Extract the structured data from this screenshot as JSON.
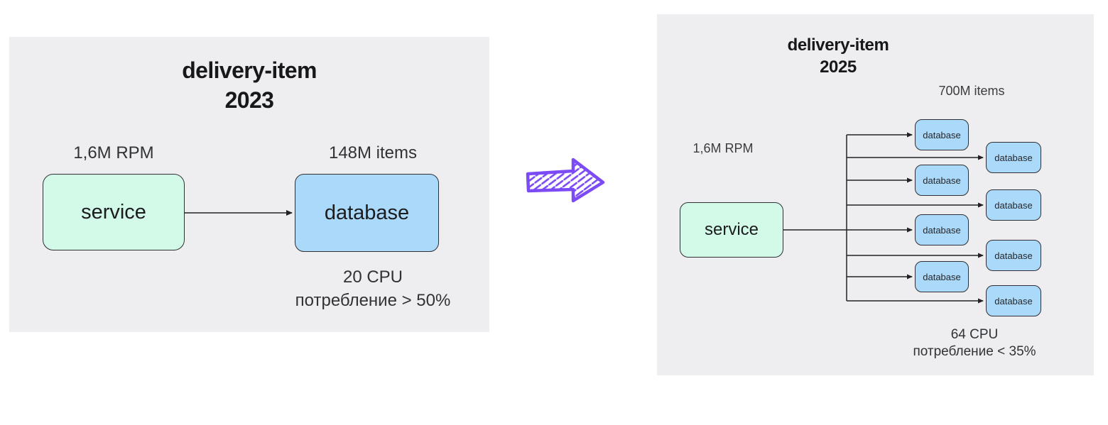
{
  "colors": {
    "panel_bg": "#eeeef0",
    "service_fill": "#d3fae9",
    "database_fill": "#abd9fa",
    "box_border": "#2e3033",
    "connector": "#222222",
    "transform_arrow": "#7c4bf5"
  },
  "left_panel": {
    "title_line1": "delivery-item",
    "title_line2": "2023",
    "rpm_metric": "1,6M RPM",
    "items_metric": "148M items",
    "service_label": "service",
    "database_label": "database",
    "footnote_line1": "20 CPU",
    "footnote_line2": "потребление > 50%"
  },
  "transform_arrow": {
    "icon": "hand-drawn-right-arrow"
  },
  "right_panel": {
    "title_line1": "delivery-item",
    "title_line2": "2025",
    "items_metric": "700M items",
    "rpm_metric": "1,6M RPM",
    "service_label": "service",
    "database_label": "database",
    "database_count": 8,
    "footnote_line1": "64 CPU",
    "footnote_line2": "потребление < 35%"
  }
}
